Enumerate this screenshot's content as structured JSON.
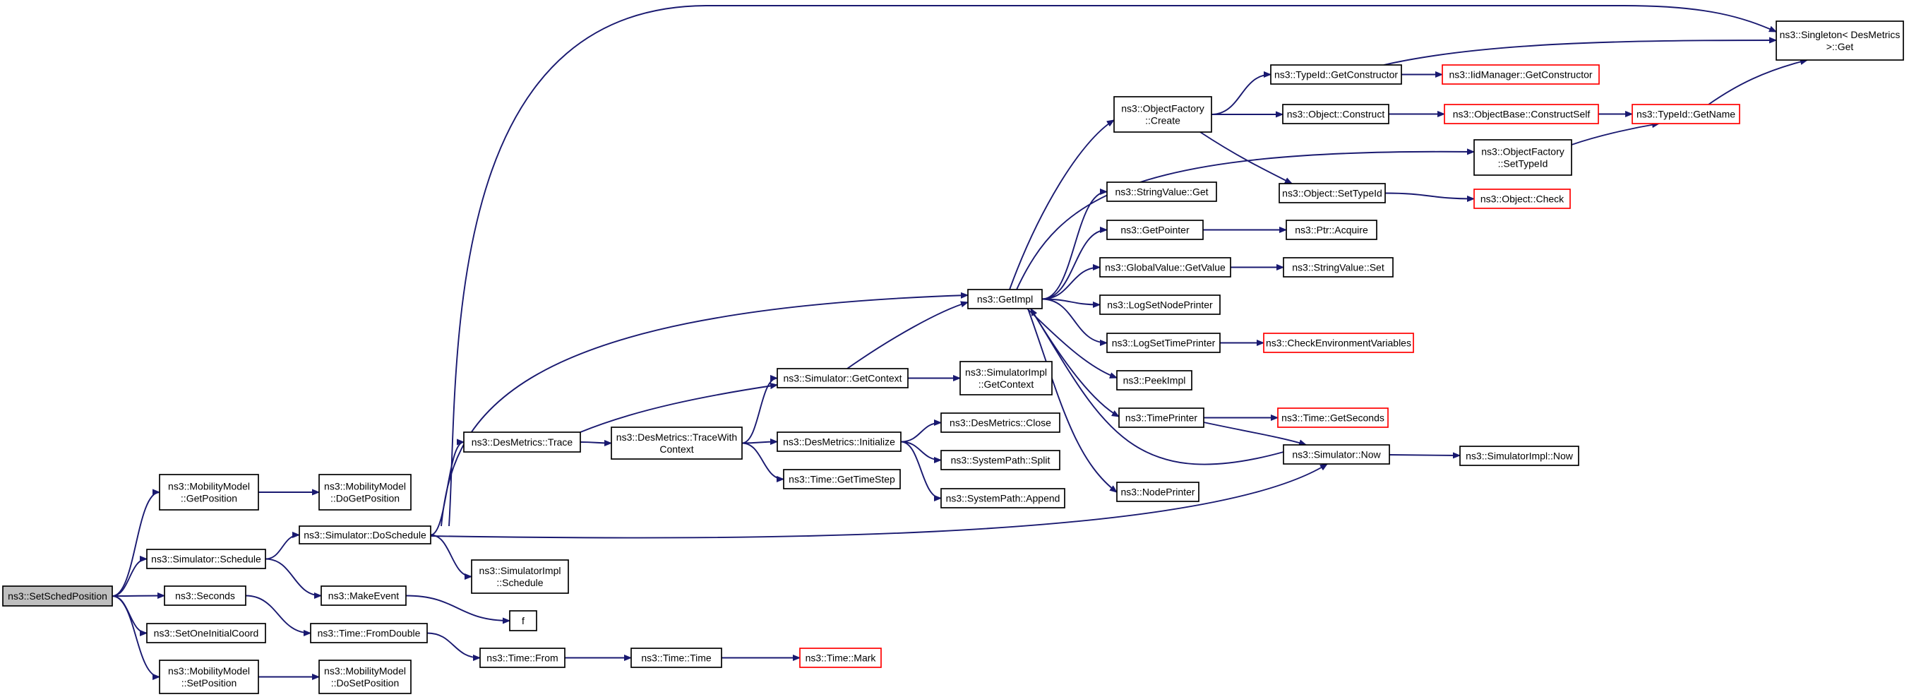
{
  "diagram": {
    "type": "call-graph",
    "colors": {
      "edge": "#191970",
      "root_fill": "#bfbfbf",
      "truncated_border": "#ff0000",
      "node_border": "#000000"
    },
    "nodes": [
      {
        "id": "root",
        "lines": [
          "ns3::SetSchedPosition"
        ],
        "style": "root"
      },
      {
        "id": "mmGetPos",
        "lines": [
          "ns3::MobilityModel",
          "::GetPosition"
        ]
      },
      {
        "id": "mmDoGetPos",
        "lines": [
          "ns3::MobilityModel",
          "::DoGetPosition"
        ]
      },
      {
        "id": "simSchedule",
        "lines": [
          "ns3::Simulator::Schedule"
        ]
      },
      {
        "id": "seconds",
        "lines": [
          "ns3::Seconds"
        ]
      },
      {
        "id": "setOneInit",
        "lines": [
          "ns3::SetOneInitialCoord"
        ]
      },
      {
        "id": "mmSetPos",
        "lines": [
          "ns3::MobilityModel",
          "::SetPosition"
        ]
      },
      {
        "id": "mmDoSetPos",
        "lines": [
          "ns3::MobilityModel",
          "::DoSetPosition"
        ]
      },
      {
        "id": "simDoSchedule",
        "lines": [
          "ns3::Simulator::DoSchedule"
        ]
      },
      {
        "id": "makeEvent",
        "lines": [
          "ns3::MakeEvent"
        ]
      },
      {
        "id": "timeFromDouble",
        "lines": [
          "ns3::Time::FromDouble"
        ]
      },
      {
        "id": "desTrace",
        "lines": [
          "ns3::DesMetrics::Trace"
        ]
      },
      {
        "id": "simImplSchedule",
        "lines": [
          "ns3::SimulatorImpl",
          "::Schedule"
        ]
      },
      {
        "id": "f",
        "lines": [
          "f"
        ]
      },
      {
        "id": "timeFrom",
        "lines": [
          "ns3::Time::From"
        ]
      },
      {
        "id": "desTraceCtx",
        "lines": [
          "ns3::DesMetrics::TraceWith",
          "Context"
        ]
      },
      {
        "id": "timeTime",
        "lines": [
          "ns3::Time::Time"
        ]
      },
      {
        "id": "timeMark",
        "lines": [
          "ns3::Time::Mark"
        ],
        "style": "red"
      },
      {
        "id": "simGetCtx",
        "lines": [
          "ns3::Simulator::GetContext"
        ]
      },
      {
        "id": "desInit",
        "lines": [
          "ns3::DesMetrics::Initialize"
        ]
      },
      {
        "id": "timeGetStep",
        "lines": [
          "ns3::Time::GetTimeStep"
        ]
      },
      {
        "id": "getImpl",
        "lines": [
          "ns3::GetImpl"
        ]
      },
      {
        "id": "simImplGetCtx",
        "lines": [
          "ns3::SimulatorImpl",
          "::GetContext"
        ]
      },
      {
        "id": "desClose",
        "lines": [
          "ns3::DesMetrics::Close"
        ]
      },
      {
        "id": "sysSplit",
        "lines": [
          "ns3::SystemPath::Split"
        ]
      },
      {
        "id": "sysAppend",
        "lines": [
          "ns3::SystemPath::Append"
        ]
      },
      {
        "id": "objFacCreate",
        "lines": [
          "ns3::ObjectFactory",
          "::Create"
        ]
      },
      {
        "id": "strValGet",
        "lines": [
          "ns3::StringValue::Get"
        ]
      },
      {
        "id": "getPointer",
        "lines": [
          "ns3::GetPointer"
        ]
      },
      {
        "id": "globalValGet",
        "lines": [
          "ns3::GlobalValue::GetValue"
        ]
      },
      {
        "id": "logSetNode",
        "lines": [
          "ns3::LogSetNodePrinter"
        ]
      },
      {
        "id": "logSetTime",
        "lines": [
          "ns3::LogSetTimePrinter"
        ]
      },
      {
        "id": "peekImpl",
        "lines": [
          "ns3::PeekImpl"
        ]
      },
      {
        "id": "timePrinter",
        "lines": [
          "ns3::TimePrinter"
        ]
      },
      {
        "id": "nodePrinter",
        "lines": [
          "ns3::NodePrinter"
        ]
      },
      {
        "id": "typeIdGetCtor",
        "lines": [
          "ns3::TypeId::GetConstructor"
        ]
      },
      {
        "id": "objConstruct",
        "lines": [
          "ns3::Object::Construct"
        ]
      },
      {
        "id": "objSetTypeId",
        "lines": [
          "ns3::Object::SetTypeId"
        ]
      },
      {
        "id": "ptrAcquire",
        "lines": [
          "ns3::Ptr::Acquire"
        ]
      },
      {
        "id": "strValSet",
        "lines": [
          "ns3::StringValue::Set"
        ]
      },
      {
        "id": "checkEnv",
        "lines": [
          "ns3::CheckEnvironmentVariables"
        ],
        "style": "red"
      },
      {
        "id": "timeGetSeconds",
        "lines": [
          "ns3::Time::GetSeconds"
        ],
        "style": "red"
      },
      {
        "id": "simNow",
        "lines": [
          "ns3::Simulator::Now"
        ]
      },
      {
        "id": "iidGetCtor",
        "lines": [
          "ns3::IidManager::GetConstructor"
        ],
        "style": "red"
      },
      {
        "id": "objBaseConstruct",
        "lines": [
          "ns3::ObjectBase::ConstructSelf"
        ],
        "style": "red"
      },
      {
        "id": "objFacSetTypeId",
        "lines": [
          "ns3::ObjectFactory",
          "::SetTypeId"
        ]
      },
      {
        "id": "objCheck",
        "lines": [
          "ns3::Object::Check"
        ],
        "style": "red"
      },
      {
        "id": "simImplNow",
        "lines": [
          "ns3::SimulatorImpl::Now"
        ]
      },
      {
        "id": "singletonGet",
        "lines": [
          "ns3::Singleton< DesMetrics",
          ">::Get"
        ]
      },
      {
        "id": "typeIdGetName",
        "lines": [
          "ns3::TypeId::GetName"
        ],
        "style": "red"
      }
    ],
    "edges": [
      [
        "root",
        "mmGetPos"
      ],
      [
        "root",
        "simSchedule"
      ],
      [
        "root",
        "seconds"
      ],
      [
        "root",
        "setOneInit"
      ],
      [
        "root",
        "mmSetPos"
      ],
      [
        "mmGetPos",
        "mmDoGetPos"
      ],
      [
        "mmSetPos",
        "mmDoSetPos"
      ],
      [
        "simSchedule",
        "simDoSchedule"
      ],
      [
        "simSchedule",
        "makeEvent"
      ],
      [
        "seconds",
        "timeFromDouble"
      ],
      [
        "simDoSchedule",
        "desTrace"
      ],
      [
        "simDoSchedule",
        "simImplSchedule"
      ],
      [
        "simDoSchedule",
        "getImpl"
      ],
      [
        "simDoSchedule",
        "simNow"
      ],
      [
        "simDoSchedule",
        "singletonGet"
      ],
      [
        "makeEvent",
        "f"
      ],
      [
        "timeFromDouble",
        "timeFrom"
      ],
      [
        "timeFrom",
        "timeTime"
      ],
      [
        "timeTime",
        "timeMark"
      ],
      [
        "desTrace",
        "desTraceCtx"
      ],
      [
        "desTrace",
        "simGetCtx"
      ],
      [
        "desTraceCtx",
        "simGetCtx"
      ],
      [
        "desTraceCtx",
        "desInit"
      ],
      [
        "desTraceCtx",
        "timeGetStep"
      ],
      [
        "simGetCtx",
        "getImpl"
      ],
      [
        "simGetCtx",
        "simImplGetCtx"
      ],
      [
        "desInit",
        "desClose"
      ],
      [
        "desInit",
        "sysSplit"
      ],
      [
        "desInit",
        "sysAppend"
      ],
      [
        "getImpl",
        "objFacCreate"
      ],
      [
        "getImpl",
        "strValGet"
      ],
      [
        "getImpl",
        "getPointer"
      ],
      [
        "getImpl",
        "globalValGet"
      ],
      [
        "getImpl",
        "logSetNode"
      ],
      [
        "getImpl",
        "logSetTime"
      ],
      [
        "getImpl",
        "peekImpl"
      ],
      [
        "getImpl",
        "timePrinter"
      ],
      [
        "getImpl",
        "nodePrinter"
      ],
      [
        "getImpl",
        "objFacSetTypeId"
      ],
      [
        "objFacCreate",
        "typeIdGetCtor"
      ],
      [
        "objFacCreate",
        "objConstruct"
      ],
      [
        "objFacCreate",
        "objSetTypeId"
      ],
      [
        "typeIdGetCtor",
        "iidGetCtor"
      ],
      [
        "typeIdGetCtor",
        "singletonGet"
      ],
      [
        "objConstruct",
        "objBaseConstruct"
      ],
      [
        "objBaseConstruct",
        "typeIdGetName"
      ],
      [
        "objFacSetTypeId",
        "typeIdGetName"
      ],
      [
        "typeIdGetName",
        "singletonGet"
      ],
      [
        "objSetTypeId",
        "objCheck"
      ],
      [
        "getPointer",
        "ptrAcquire"
      ],
      [
        "globalValGet",
        "strValSet"
      ],
      [
        "logSetTime",
        "checkEnv"
      ],
      [
        "timePrinter",
        "timeGetSeconds"
      ],
      [
        "timePrinter",
        "simNow"
      ],
      [
        "simNow",
        "simImplNow"
      ],
      [
        "simNow",
        "getImpl"
      ]
    ]
  }
}
